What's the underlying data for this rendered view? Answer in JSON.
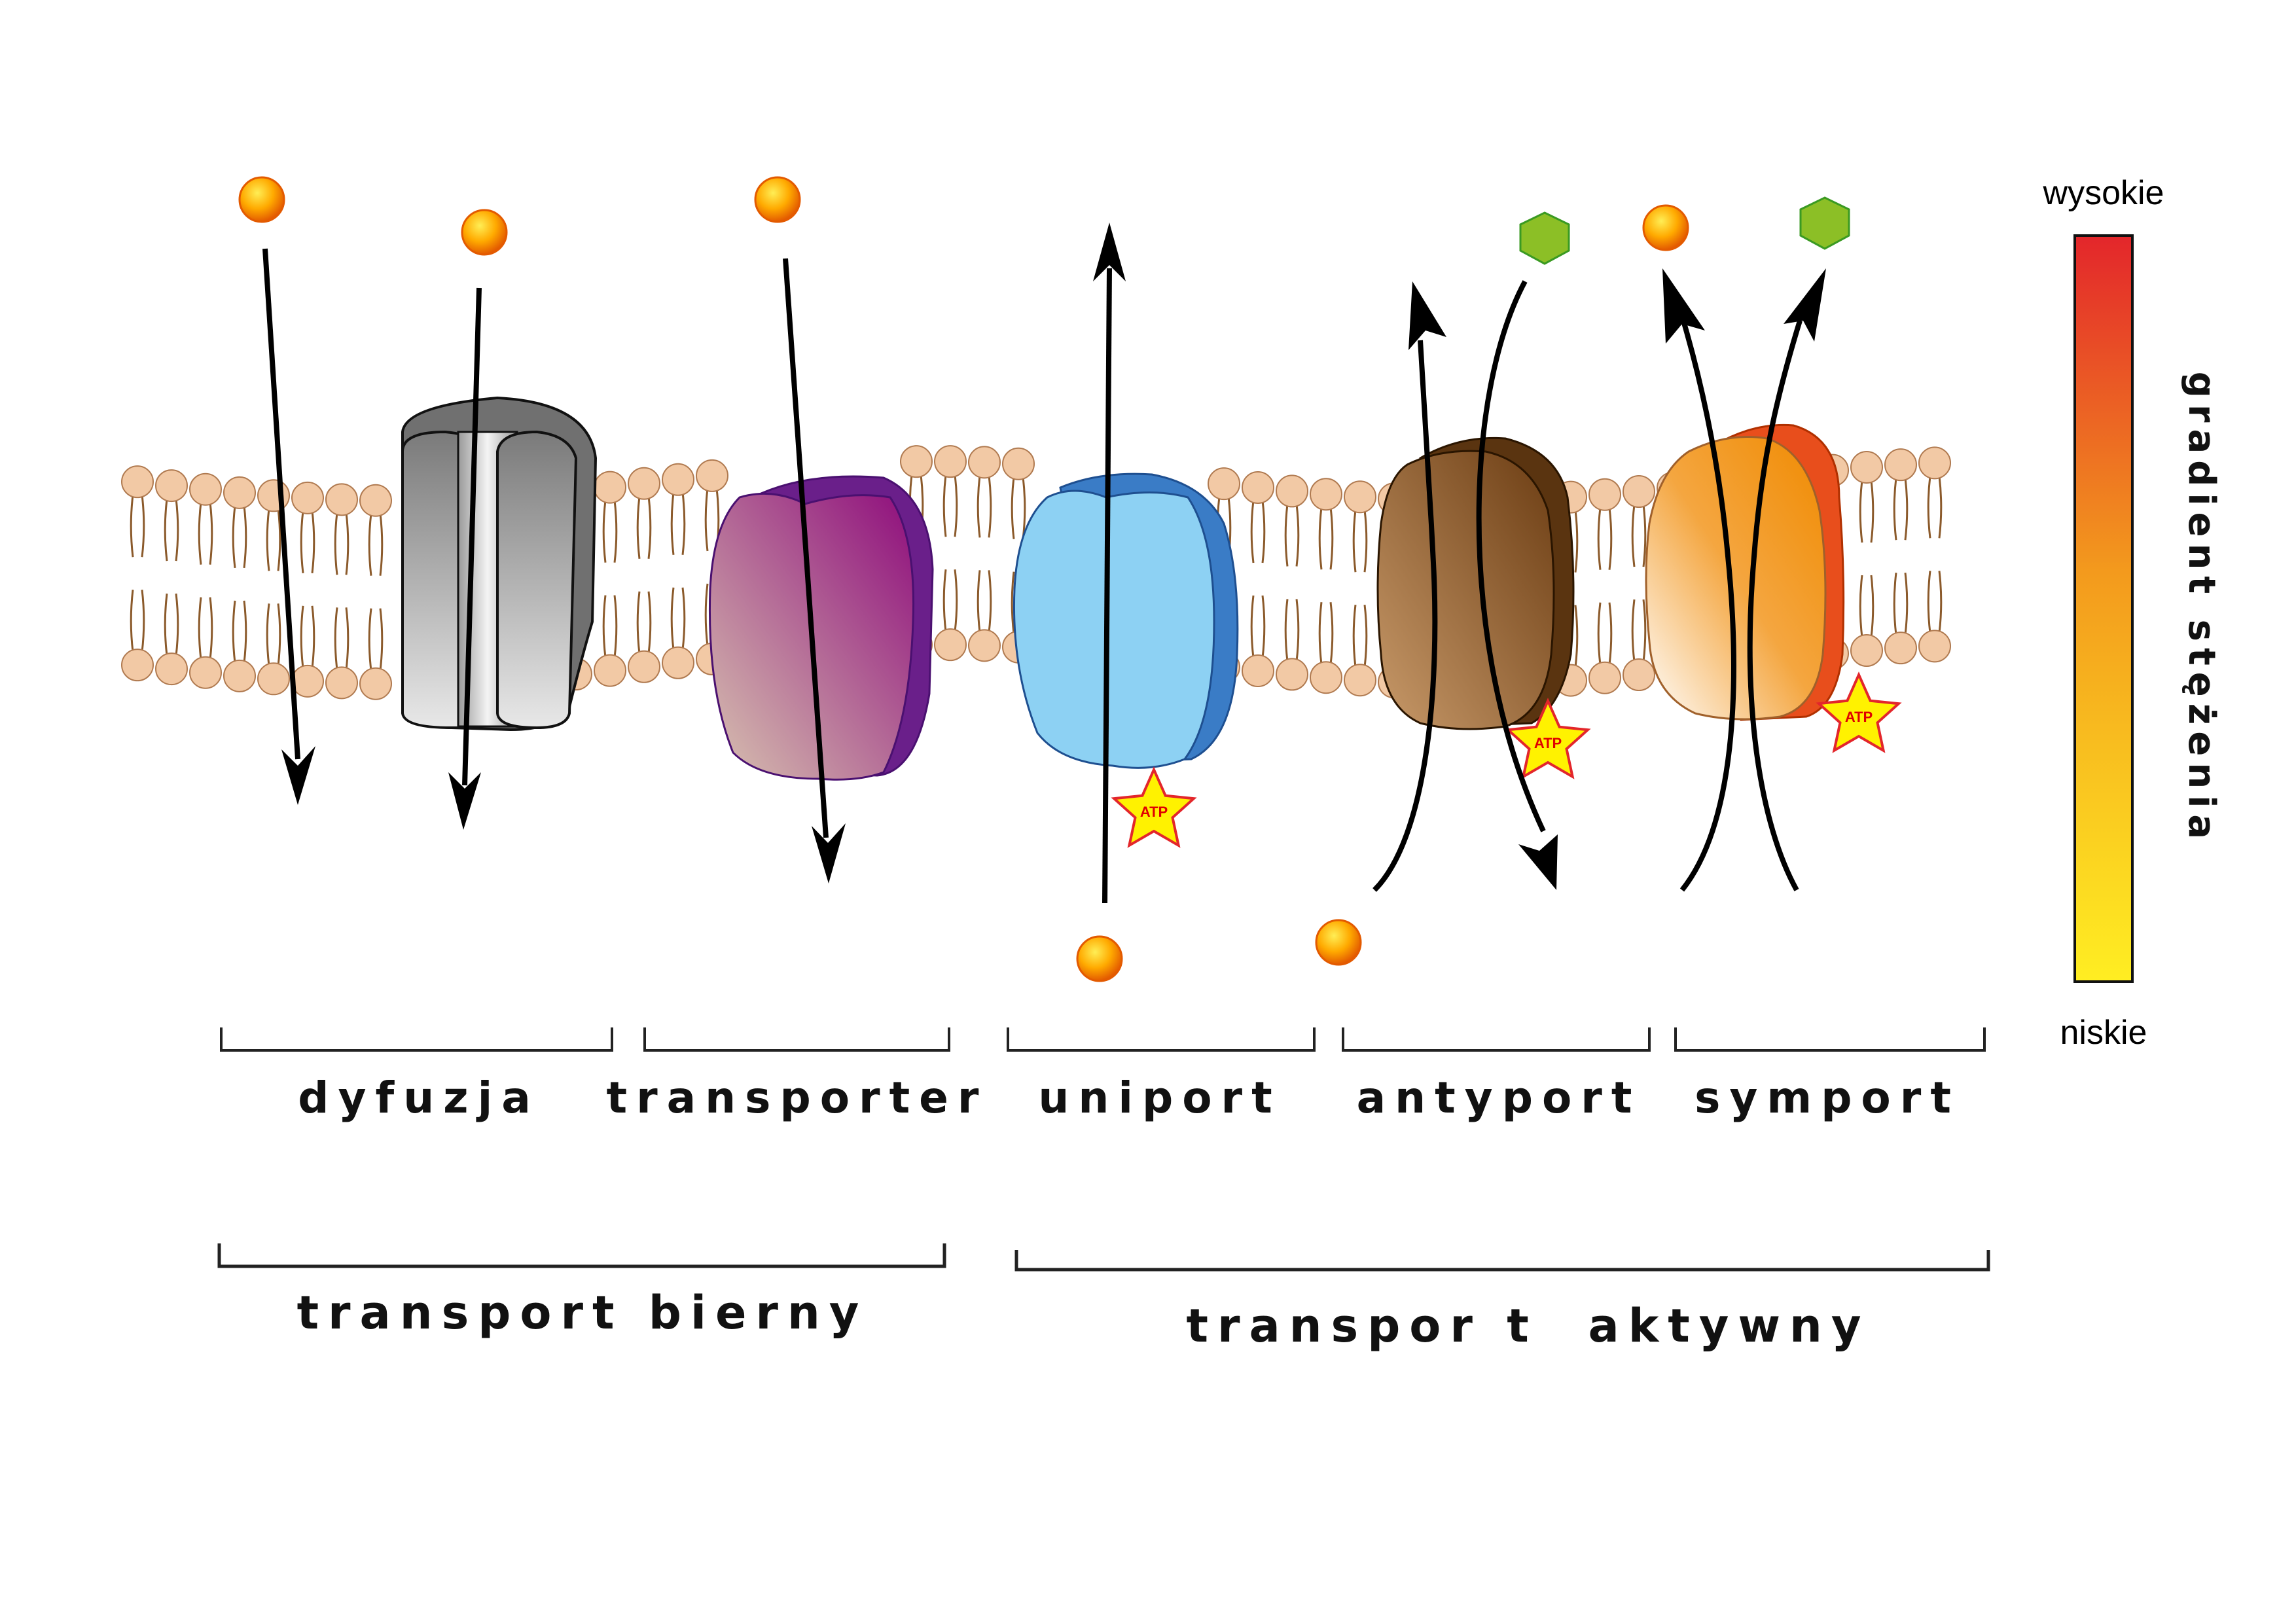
{
  "categories": {
    "dyfuzja": "dyfuzja",
    "transporter": "transporter",
    "uniport": "uniport",
    "antyport": "antyport",
    "symport": "symport"
  },
  "groups": {
    "passive": "transport bierny",
    "active": "transpor t  aktywny"
  },
  "gradient": {
    "title": "gradient stężenia",
    "high": "wysokie",
    "low": "niskie",
    "color_high": "#e3262b",
    "color_low": "#ffee22"
  },
  "atp_label": "ATP",
  "colors": {
    "lipid_head": "#f2c9a5",
    "lipid_tail": "#8b5a2b",
    "channel": "#808080",
    "transporter": "#8b1a7e",
    "uniport": "#8dd1f3",
    "antyport": "#7b4a20",
    "symport": "#f39a1d",
    "molecule_orange": "#f08a00",
    "molecule_green": "#8cbf26",
    "atp_star": "#fff200"
  }
}
